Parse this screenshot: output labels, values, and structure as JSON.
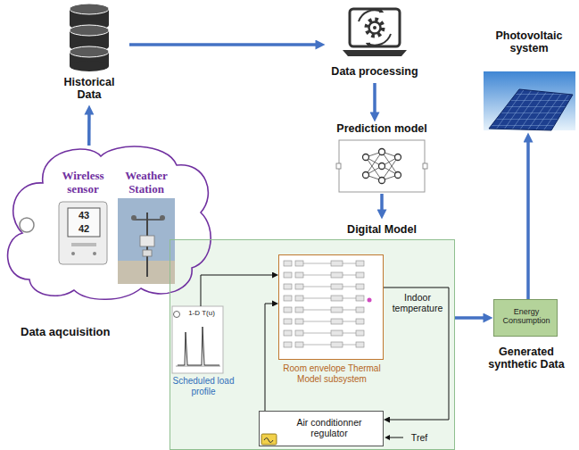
{
  "diagram": {
    "nodes": [
      {
        "text": [
          "Historical Data"
        ]
      },
      {
        "text": [
          "Data processing"
        ]
      },
      {
        "text": [
          "Prediction model"
        ]
      },
      {
        "text": [
          "Photovoltaic system"
        ]
      },
      {
        "text": [
          "Data aqcuisition"
        ]
      },
      {
        "text": [
          "Wireless sensor"
        ],
        "in": 4
      },
      {
        "text": [
          "Weather Station"
        ],
        "in": 4
      },
      {
        "text": [
          "Digital Model"
        ]
      },
      {
        "text": [
          "1-D T(u)",
          "Scheduled load profile"
        ],
        "in": 7
      },
      {
        "text": [
          "Room envelope Thermal Model subsystem"
        ],
        "in": 7
      },
      {
        "text": [
          "Air conditionner regulator"
        ],
        "in": 7
      },
      {
        "text": [
          "Energy Consumption",
          "Generated synthetic Data"
        ]
      }
    ],
    "edges": [
      {
        "from": 4,
        "to": 0,
        "arrow": "to"
      },
      {
        "from": 0,
        "to": 1,
        "arrow": "to"
      },
      {
        "from": 1,
        "to": 2,
        "arrow": "to"
      },
      {
        "from": 2,
        "to": 7,
        "arrow": "to"
      },
      {
        "from": 8,
        "to": 9,
        "arrow": "to"
      },
      {
        "from": 10,
        "to": 9,
        "arrow": "to"
      },
      {
        "from": 9,
        "to": 10,
        "label": "Indoor temperature",
        "arrow": "to"
      },
      {
        "from": 7,
        "to": 11,
        "arrow": "to"
      },
      {
        "from": 11,
        "to": 3,
        "arrow": "to"
      }
    ],
    "labels": [
      "43",
      "42",
      "Tref"
    ]
  }
}
